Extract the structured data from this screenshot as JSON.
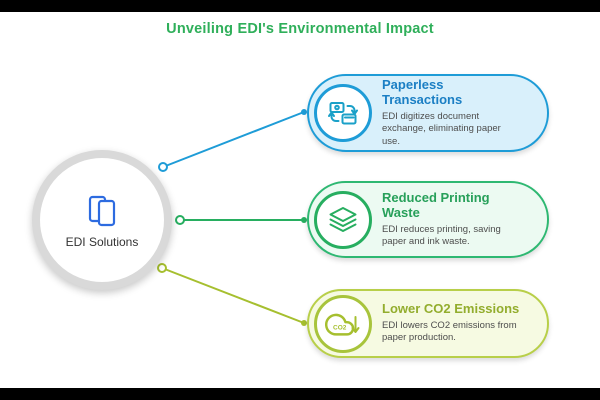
{
  "title": "Unveiling EDI's Environmental Impact",
  "center": {
    "label": "EDI Solutions",
    "icon": "documents-icon"
  },
  "cards": [
    {
      "title": "Paperless Transactions",
      "description": "EDI digitizes document exchange, eliminating paper use.",
      "icon": "transaction-exchange-icon",
      "accent": "#1e9cd7",
      "background": "#d9f0fb",
      "title_color": "#1b7fc4"
    },
    {
      "title": "Reduced Printing Waste",
      "description": "EDI reduces printing, saving paper and ink waste.",
      "icon": "paper-stack-icon",
      "accent": "#27ae60",
      "background": "#ecfaf2",
      "title_color": "#27a05a"
    },
    {
      "title": "Lower CO2 Emissions",
      "description": "EDI lowers CO2 emissions from paper production.",
      "icon": "co2-cloud-icon",
      "co2_text": "CO2",
      "accent": "#b8cf49",
      "background": "#f6fae2",
      "title_color": "#93ad2d"
    }
  ],
  "colors": {
    "title_text": "#2faf5a",
    "center_ring": "#d9d9d9",
    "center_icon": "#2d6be0",
    "connector_blue": "#1e9cd7",
    "connector_green": "#27ae60",
    "connector_lime": "#a6bf2f",
    "canvas_background": "#ffffff",
    "frame_background": "#000000"
  }
}
